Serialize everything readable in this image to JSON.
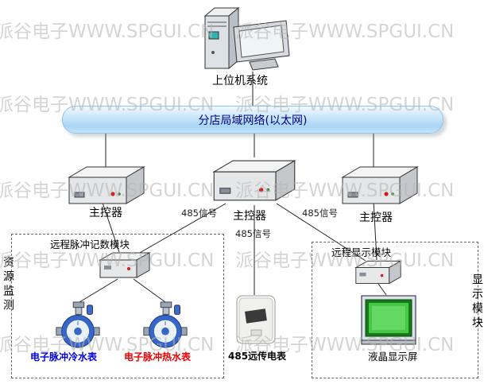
{
  "watermark": {
    "text": "派谷电子WWW.SPGUI.CN",
    "color": "#b4b4b4",
    "rows": [
      20,
      112,
      220,
      308,
      414
    ],
    "cols": [
      -6,
      296
    ]
  },
  "host": {
    "label": "上位机系统"
  },
  "network": {
    "label": "分店局域网络(以太网)",
    "text_color": "#000080",
    "fill": "#a8d6f5"
  },
  "controllers": [
    {
      "label": "主控器"
    },
    {
      "label": "主控器"
    },
    {
      "label": "主控器"
    }
  ],
  "signals": [
    {
      "label": "485信号"
    },
    {
      "label": "485信号"
    },
    {
      "label": "485信号"
    }
  ],
  "pulse_group": {
    "title": "远程脉冲记数模块",
    "cold_meter_label": "电子脉冲冷水表",
    "hot_meter_label": "电子脉冲热水表",
    "cold_color": "#0000ee",
    "hot_color": "#ee0000"
  },
  "meter485": {
    "label": "485远传电表"
  },
  "display_group": {
    "title": "远程显示模块",
    "lcd_label": "液晶显示屏"
  },
  "side_labels": {
    "left": "资源监测",
    "right": "显示模块"
  }
}
